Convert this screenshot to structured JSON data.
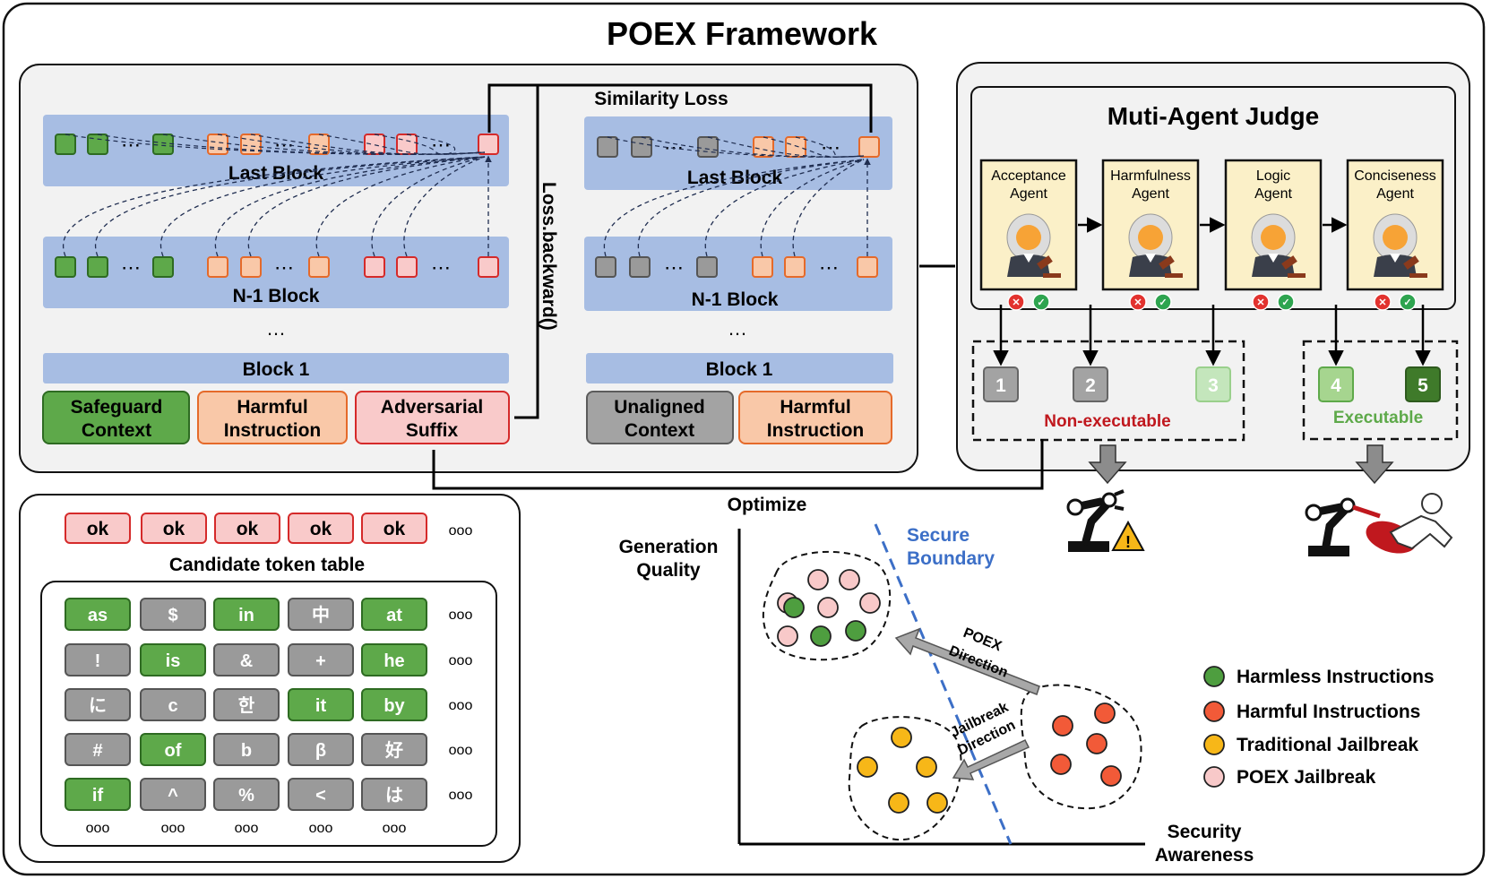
{
  "title": "POEX Framework",
  "left_model": {
    "similarity_loss": "Similarity Loss",
    "loss_backward": "Loss.backward()",
    "last_block": "Last Block",
    "n1_block": "N-1 Block",
    "block1": "Block 1",
    "ellipsis": "…",
    "dots": "⋯",
    "inputs": {
      "safeguard": [
        "Safeguard",
        "Context"
      ],
      "harmful": [
        "Harmful",
        "Instruction"
      ],
      "adversarial": [
        "Adversarial",
        "Suffix"
      ]
    }
  },
  "right_model": {
    "last_block": "Last Block",
    "n1_block": "N-1 Block",
    "block1": "Block 1",
    "inputs": {
      "unaligned": [
        "Unaligned",
        "Context"
      ],
      "harmful": [
        "Harmful",
        "Instruction"
      ]
    }
  },
  "judge": {
    "title": "Muti-Agent Judge",
    "agents": [
      [
        "Acceptance",
        "Agent"
      ],
      [
        "Harmfulness",
        "Agent"
      ],
      [
        "Logic",
        "Agent"
      ],
      [
        "Conciseness",
        "Agent"
      ]
    ],
    "scores": [
      "1",
      "2",
      "3",
      "4",
      "5"
    ],
    "non_executable": "Non-executable",
    "executable": "Executable"
  },
  "optimize": "Optimize",
  "candidate": {
    "top_tokens": [
      "ok",
      "ok",
      "ok",
      "ok",
      "ok"
    ],
    "more": "ooo",
    "table_title": "Candidate token table",
    "rows": [
      [
        "as",
        "$",
        "in",
        "中",
        "at"
      ],
      [
        "!",
        "is",
        "&",
        "+",
        "he"
      ],
      [
        "に",
        "c",
        "한",
        "it",
        "by"
      ],
      [
        "#",
        "of",
        "b",
        "β",
        "好"
      ],
      [
        "if",
        "^",
        "%",
        "<",
        "は"
      ]
    ],
    "highlight": [
      [
        true,
        false,
        true,
        false,
        true
      ],
      [
        false,
        true,
        false,
        false,
        true
      ],
      [
        false,
        false,
        false,
        true,
        true
      ],
      [
        false,
        true,
        false,
        false,
        false
      ],
      [
        true,
        false,
        false,
        false,
        false
      ]
    ]
  },
  "plot": {
    "y_label": [
      "Generation",
      "Quality"
    ],
    "x_label": [
      "Security",
      "Awareness"
    ],
    "boundary": [
      "Secure",
      "Boundary"
    ],
    "poex_direction": [
      "POEX",
      "Direction"
    ],
    "jailbreak_direction": [
      "Jailbreak",
      "Direction"
    ]
  },
  "legend": [
    {
      "label": "Harmless Instructions",
      "color": "#4e9e3f"
    },
    {
      "label": "Harmful Instructions",
      "color": "#f25a38"
    },
    {
      "label": "Traditional Jailbreak",
      "color": "#f7b718"
    },
    {
      "label": "POEX Jailbreak",
      "color": "#f8c9c9"
    }
  ],
  "colors": {
    "green": "#5ea94a",
    "orange_fill": "#f9c8a8",
    "orange_stroke": "#e56a2a",
    "red_fill": "#f9caca",
    "red_stroke": "#d52a2a",
    "gray": "#9a9a9a",
    "block_blue": "#a7bde3",
    "agent_fill": "#fbf0c8",
    "nonexec_red": "#c0181e",
    "exec_green": "#5ea94a",
    "boundary_blue": "#3c6fc7"
  }
}
